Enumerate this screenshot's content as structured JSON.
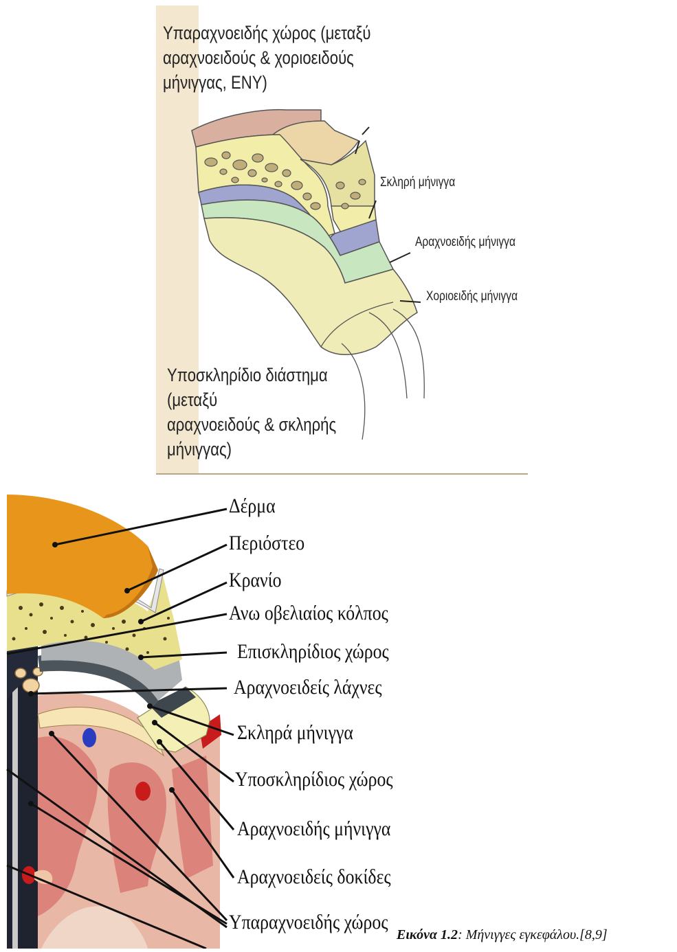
{
  "top_figure": {
    "title_label": "Υπαραχνοειδής χώρος (μεταξύ\nαραχνοειδούς & χοριοειδούς\nμήνιγγας, ΕΝΥ)",
    "subdural_label": "Υποσκληρίδιο διάστημα (μεταξύ\nαραχνοειδούς & σκληρής\nμήνιγγας)",
    "layer_labels": [
      "Σκληρή μήνιγγα",
      "Αραχνοειδής μήνιγγα",
      "Χοριοειδής μήνιγγα"
    ]
  },
  "bottom_figure": {
    "labels": [
      "Δέρμα",
      "Περιόστεο",
      "Κρανίο",
      "Ανω οβελιαίος κόλπος",
      "Επισκληρίδιος χώρος",
      "Αραχνοειδείς λάχνες",
      "Σκληρά μήνιγγα",
      "Υποσκληρίδιος χώρος",
      "Αραχνοειδής μήνιγγα",
      "Αραχνοειδείς δοκίδες",
      "Υπαραχνοειδής χώρος"
    ]
  },
  "caption": {
    "number": "Εικόνα 1.2",
    "text": ": Μήνιγγες εγκεφάλου.[8,9]"
  }
}
